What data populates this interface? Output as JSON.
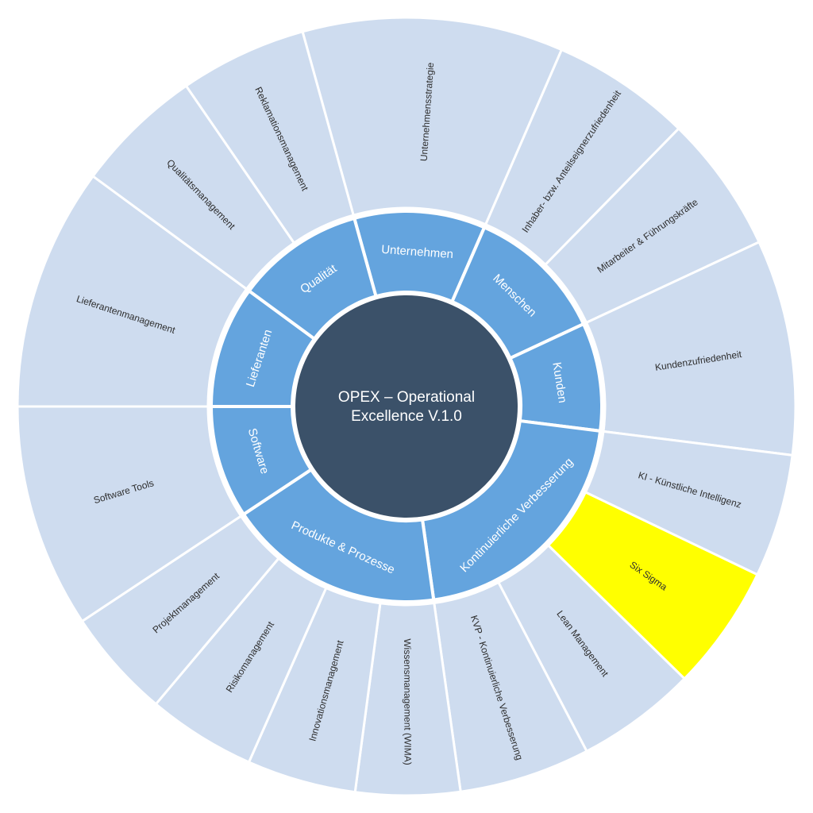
{
  "title_lines": [
    "OPEX – Operational",
    "Excellence V.1.0"
  ],
  "colors": {
    "center": "#3b5169",
    "inner": "#64a4de",
    "outer": "#cedcef",
    "highlight": "#ffff00",
    "separator": "#ffffff"
  },
  "categories": [
    {
      "label": "Unternehmen",
      "start": -15.5,
      "end": 23.5,
      "children": [
        {
          "label": "Unternehmensstrategie",
          "start": -15.5,
          "end": 23.5
        }
      ]
    },
    {
      "label": "Menschen",
      "start": 23.5,
      "end": 65,
      "children": [
        {
          "label": "Inhaber- bzw. Anteilseignerzufriedenheit",
          "start": 23.5,
          "end": 44.4
        },
        {
          "label": "Mitarbeiter & Führungskräfte",
          "start": 44.4,
          "end": 65
        }
      ]
    },
    {
      "label": "Kunden",
      "start": 65,
      "end": 97.2,
      "children": [
        {
          "label": "Kundenzufriedenheit",
          "start": 65,
          "end": 97.2
        }
      ]
    },
    {
      "label": "Kontinuierliche Verbesserung",
      "start": 97.2,
      "end": 172,
      "children": [
        {
          "label": "KI - Künstliche Intelligenz",
          "start": 97.2,
          "end": 115.6
        },
        {
          "label": "Six Sigma",
          "start": 115.6,
          "end": 134.4,
          "highlight": true
        },
        {
          "label": "Lean Management",
          "start": 134.4,
          "end": 152.4
        },
        {
          "label": "KVP - Kontinuierliche Verbesserung",
          "start": 152.4,
          "end": 172
        }
      ]
    },
    {
      "label": "Produkte & Prozesse",
      "start": 172,
      "end": 236.5,
      "children": [
        {
          "label": "Wissensmanagement (WIMA)",
          "start": 172,
          "end": 187.6
        },
        {
          "label": "Innovationsmanagement",
          "start": 187.6,
          "end": 203.9
        },
        {
          "label": "Risikomanagement",
          "start": 203.9,
          "end": 220.1
        },
        {
          "label": "Projektmanagement",
          "start": 220.1,
          "end": 236.5
        }
      ]
    },
    {
      "label": "Software",
      "start": 236.5,
      "end": 270,
      "children": [
        {
          "label": "Software Tools",
          "start": 236.5,
          "end": 270
        }
      ]
    },
    {
      "label": "Lieferanten",
      "start": 270,
      "end": 306.3,
      "children": [
        {
          "label": "Lieferantenmanagement",
          "start": 270,
          "end": 306.3
        }
      ]
    },
    {
      "label": "Qualität",
      "start": 306.3,
      "end": 344.5,
      "children": [
        {
          "label": "Qualitätsmanagement",
          "start": 306.3,
          "end": 325.5
        },
        {
          "label": "Reklamationsmanagement",
          "start": 325.5,
          "end": 344.5
        }
      ]
    }
  ]
}
